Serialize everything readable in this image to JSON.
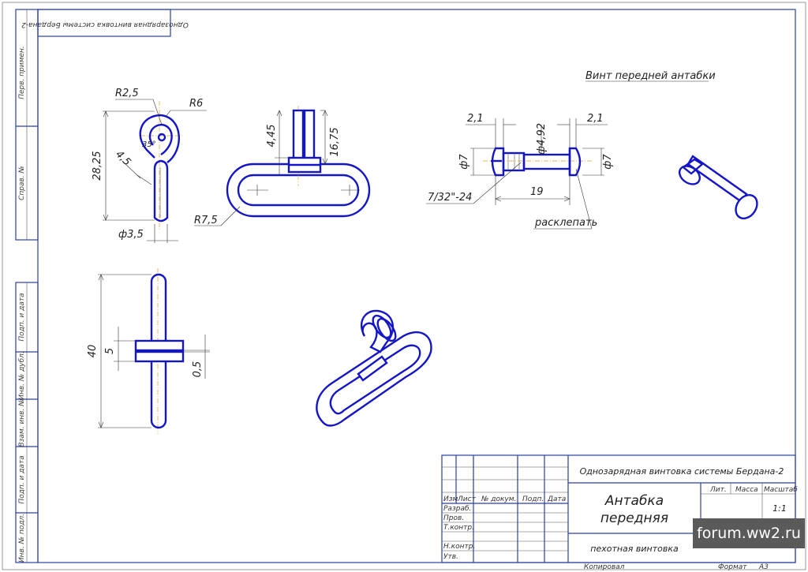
{
  "top_stamp": "Однозарядная винтовка системы Бердана-2",
  "side_labels": {
    "perv_primen": "Перв. примен.",
    "sprav": "Справ. №",
    "podp_data_1": "Подп. и дата",
    "inv_dubl": "Инв. № дубл.",
    "vzam_inv": "Взам. инв. №",
    "podp_data_2": "Подп. и дата",
    "inv_podl": "Инв. № подл."
  },
  "view_title": "Винт передней антабки",
  "dimensions": {
    "r25": "R2,5",
    "r6": "R6",
    "d2825": "28,25",
    "d45a": "4,5",
    "d35": "35°",
    "phi35": "ф3,5",
    "d445": "4,45",
    "d1675": "16,75",
    "r75": "R7,5",
    "s21a": "2,1",
    "s492": "ф4,92",
    "s21b": "2,1",
    "s7a": "ф7",
    "s7b": "ф7",
    "thread": "7/32\"-24",
    "s19": "19",
    "rasklep": "расклепать",
    "d40": "40",
    "d5": "5",
    "d05": "0,5"
  },
  "title_block": {
    "product": "Однозарядная винтовка системы Бердана-2",
    "part_name_1": "Антабка",
    "part_name_2": "передняя",
    "material": "пехотная винтовка",
    "col_izm": "Изм",
    "col_list": "Лист",
    "col_dokum": "№ докум.",
    "col_podp": "Подп.",
    "col_data": "Дата",
    "col_lit": "Лит.",
    "col_massa": "Масса",
    "col_masshtab": "Масштаб",
    "scale": "1:1",
    "row_razrab": "Разраб.",
    "row_prov": "Пров.",
    "row_tkontr": "Т.контр.",
    "row_nkontr": "Н.контр.",
    "row_utv": "Утв.",
    "kopiroval": "Копировал",
    "format": "Формат",
    "format_val": "A3"
  },
  "watermark": "forum.ww2.ru"
}
